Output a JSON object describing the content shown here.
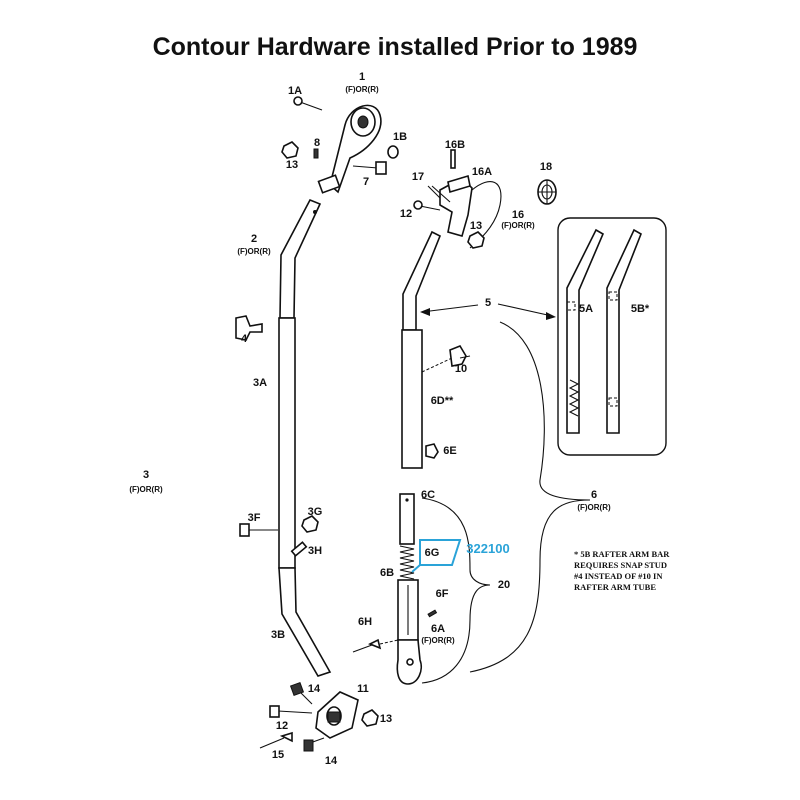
{
  "title": "Contour Hardware installed Prior to 1989",
  "labels": {
    "l1": "1",
    "l1_sub": "(F)OR(R)",
    "l1a": "1A",
    "l1b": "1B",
    "l2": "2",
    "l2_sub": "(F)OR(R)",
    "l3": "3",
    "l3_sub": "(F)OR(R)",
    "l3a": "3A",
    "l3b": "3B",
    "l3f": "3F",
    "l3g": "3G",
    "l3h": "3H",
    "l4": "4",
    "l5": "5",
    "l5a": "5A",
    "l5b": "5B*",
    "l6": "6",
    "l6_sub": "(F)OR(R)",
    "l6a": "6A",
    "l6a_sub": "(F)OR(R)",
    "l6b": "6B",
    "l6c": "6C",
    "l6d": "6D**",
    "l6e": "6E",
    "l6f": "6F",
    "l6g": "6G",
    "l6h": "6H",
    "l7": "7",
    "l8": "8",
    "l10": "10",
    "l11": "11",
    "l12a": "12",
    "l12b": "12",
    "l13a": "13",
    "l13b": "13",
    "l13c": "13",
    "l14a": "14",
    "l14b": "14",
    "l15": "15",
    "l16": "16",
    "l16_sub": "(F)OR(R)",
    "l16a": "16A",
    "l16b": "16B",
    "l17": "17",
    "l18": "18",
    "l20": "20"
  },
  "part_number": "322100",
  "note": {
    "line1": "* 5B RAFTER ARM BAR",
    "line2": "REQUIRES SNAP STUD",
    "line3": "#4 INSTEAD OF #10 IN",
    "line4": "RAFTER ARM TUBE"
  },
  "colors": {
    "accent": "#2aa3d8",
    "ink": "#111111"
  }
}
